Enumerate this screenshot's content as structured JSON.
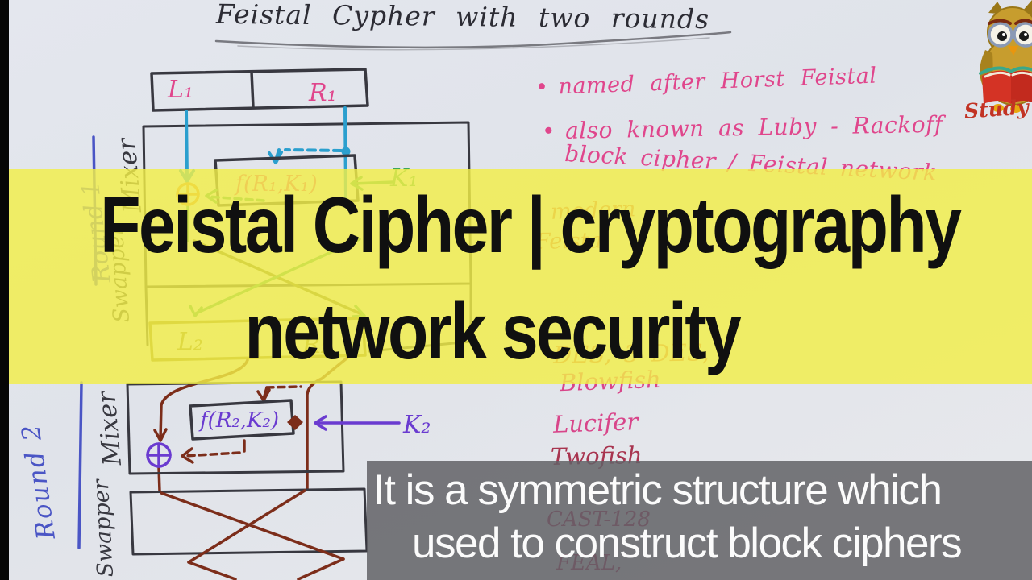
{
  "title": {
    "text": "Feistal Cypher with two rounds",
    "ink": "#2c2c34"
  },
  "banner": {
    "line1": "Feistal Cipher | cryptography",
    "line2": "network security",
    "background": "#f2ee48",
    "text_color": "#101010"
  },
  "caption": {
    "line1": "It is a symmetric structure which",
    "line2": "used to construct block ciphers",
    "background": "#616166",
    "text_color": "#fbfbfb"
  },
  "notes": [
    {
      "bullet": "•",
      "text": "named after Horst Feistal"
    },
    {
      "bullet": "•",
      "text": "also known as Luby - Rackoff"
    },
    {
      "bullet": "",
      "text": "block cipher / Feistal network"
    }
  ],
  "faded_notes": [
    {
      "text": "modern"
    },
    {
      "text": "Feistal"
    },
    {
      "text": "DES, 3 DES,"
    }
  ],
  "cipher_list": [
    {
      "text": "Blowfish"
    },
    {
      "text": "Lucifer"
    },
    {
      "text": "Twofish"
    },
    {
      "text": "CAST-128"
    },
    {
      "text": "FEAL,"
    }
  ],
  "diagram": {
    "l1": "L₁",
    "r1": "R₁",
    "f1": "f(R₁,K₁)",
    "k1": "K₁",
    "l2": "L₂",
    "r2": "R₂",
    "f2": "f(R₂,K₂)",
    "k2": "K₂",
    "round1": "Round 1",
    "round2": "Round 2",
    "mixer1": "Mixer",
    "swapper1": "Swapper",
    "mixer2": "Mixer",
    "swapper2": "Swapper",
    "colors": {
      "blue_line": "#2b9fce",
      "green": "#3da75a",
      "orange": "#e08a28",
      "pink": "#e0468c",
      "purple": "#6a3bd0",
      "maroon": "#7c2d1a",
      "olive_box": "#8c7c22",
      "ink": "#383840",
      "round_label_blue": "#4a55c5"
    }
  },
  "logo": {
    "text": "Study T"
  }
}
